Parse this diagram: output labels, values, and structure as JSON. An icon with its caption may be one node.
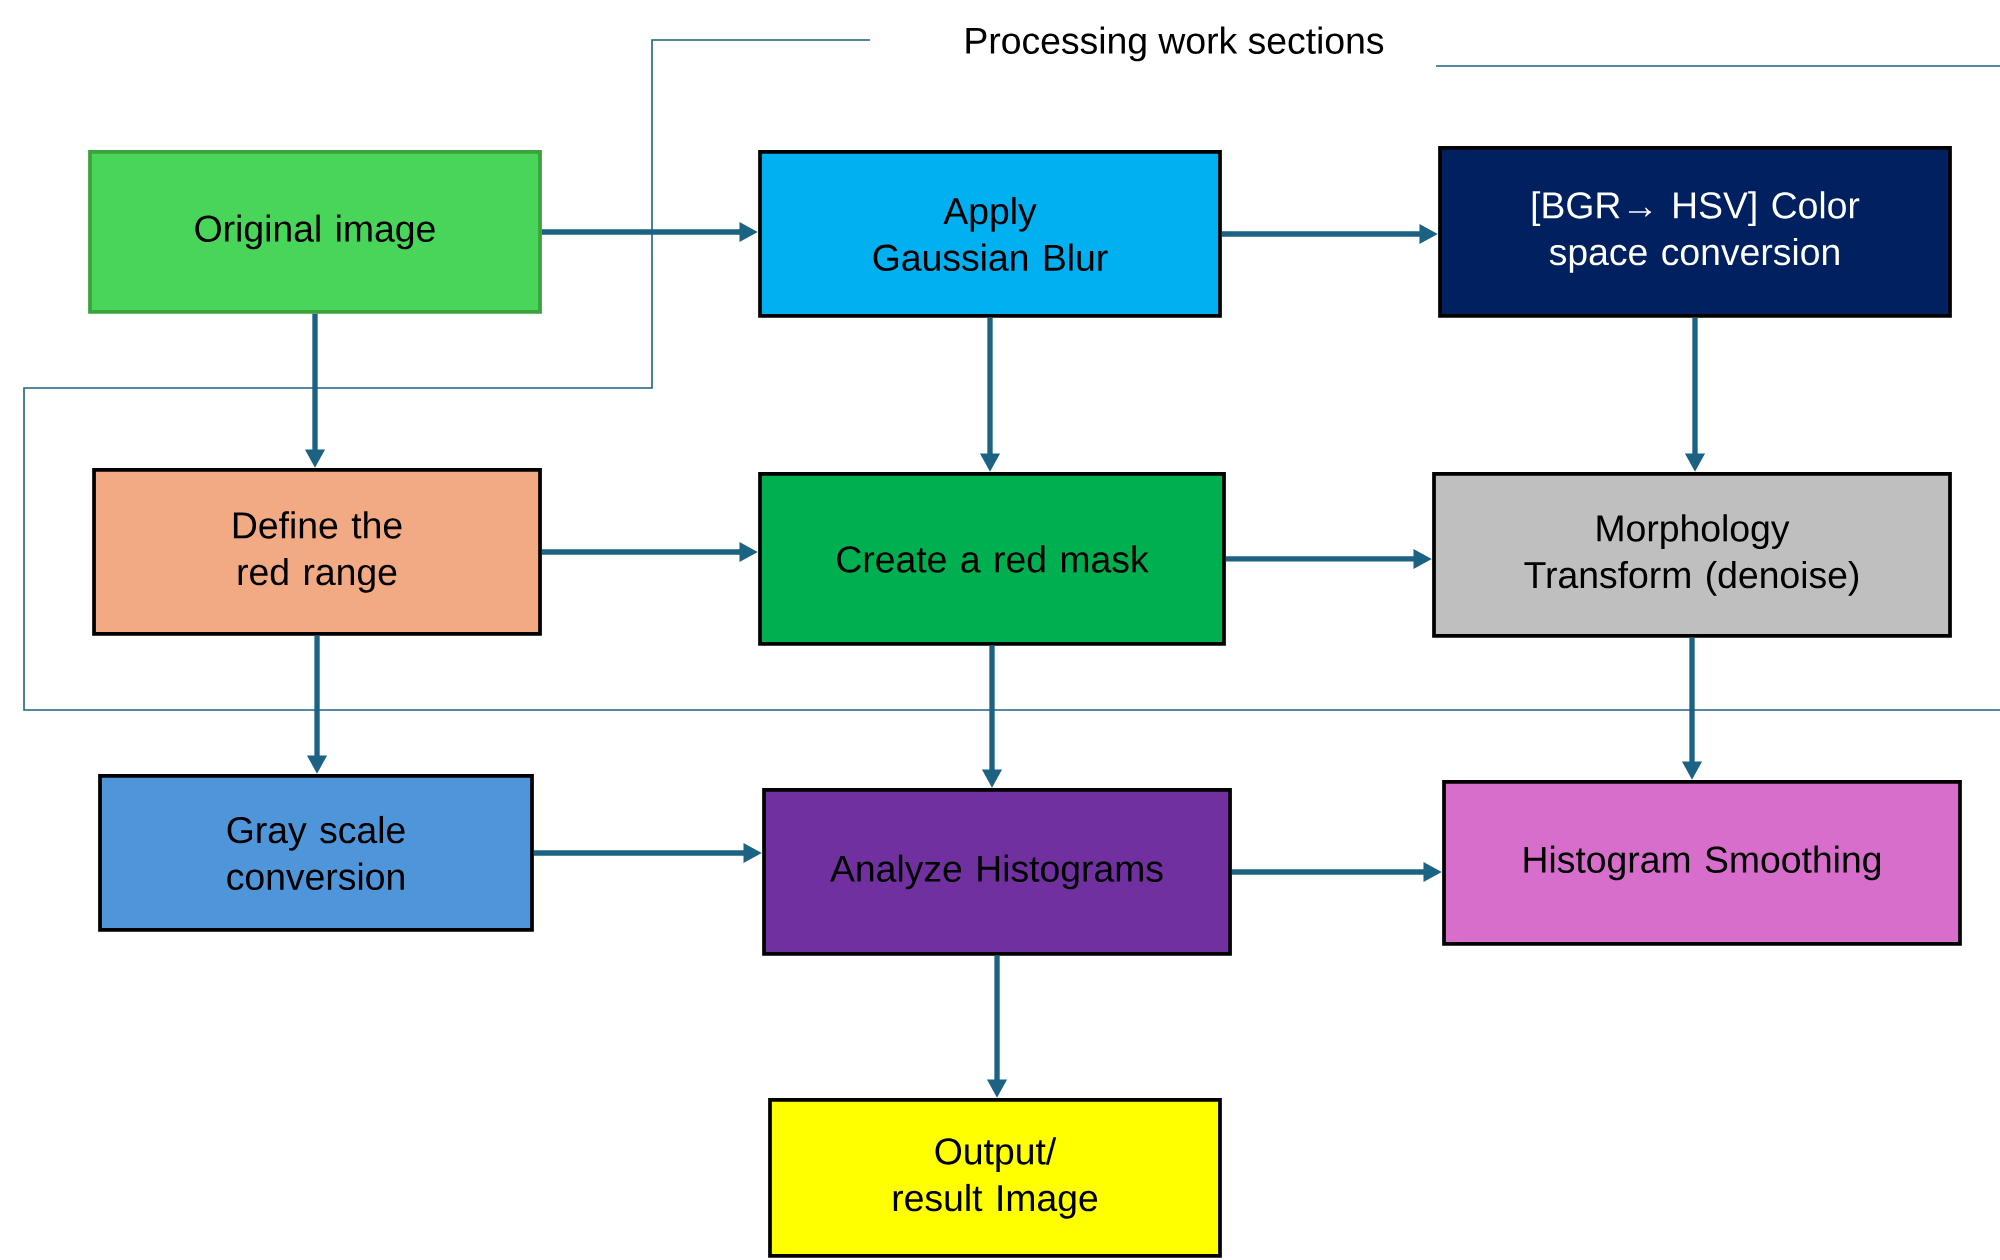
{
  "diagram": {
    "nodes": [
      {
        "text": [
          "Original image"
        ]
      },
      {
        "text": [
          "Apply Gaussian Blur"
        ]
      },
      {
        "text": [
          "[BGR→ HSV] Color space conversion"
        ]
      },
      {
        "text": [
          "Define the red range"
        ]
      },
      {
        "text": [
          "Create a red mask"
        ]
      },
      {
        "text": [
          "Morphology Transform (denoise)"
        ]
      },
      {
        "text": [
          "Gray scale conversion"
        ]
      },
      {
        "text": [
          "Analyze Histograms"
        ]
      },
      {
        "text": [
          "Histogram Smoothing"
        ]
      },
      {
        "text": [
          "Output/ result Image"
        ]
      }
    ],
    "edges": [
      {
        "from": 0,
        "to": 1,
        "arrow": "to"
      },
      {
        "from": 1,
        "to": 2,
        "arrow": "to"
      },
      {
        "from": 0,
        "to": 3,
        "arrow": "to"
      },
      {
        "from": 1,
        "to": 4,
        "arrow": "to"
      },
      {
        "from": 2,
        "to": 5,
        "arrow": "to"
      },
      {
        "from": 3,
        "to": 4,
        "arrow": "to"
      },
      {
        "from": 4,
        "to": 5,
        "arrow": "to"
      },
      {
        "from": 3,
        "to": 6,
        "arrow": "to"
      },
      {
        "from": 4,
        "to": 7,
        "arrow": "to"
      },
      {
        "from": 5,
        "to": 8,
        "arrow": "to"
      },
      {
        "from": 6,
        "to": 7,
        "arrow": "to"
      },
      {
        "from": 7,
        "to": 8,
        "arrow": "to"
      },
      {
        "from": 7,
        "to": 9,
        "arrow": "to"
      }
    ],
    "labels": [
      "Processing work sections"
    ]
  }
}
